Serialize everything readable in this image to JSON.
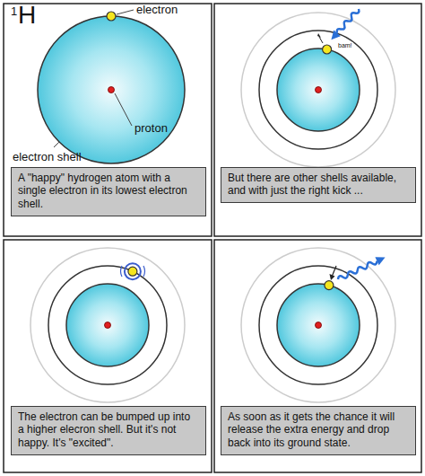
{
  "diagram": {
    "nodes": [
      {
        "text": [
          "A \"happy\" hydrogen atom with a single electron in its lowest electron shell."
        ]
      },
      {
        "text": [
          "But there are other shells available, and with just the right kick ..."
        ]
      },
      {
        "text": [
          "The electron can be bumped up into a higher elecron shell. But it's not happy. It's \"excited\"."
        ]
      },
      {
        "text": [
          "As soon as it gets the chance it will release the extra energy and drop back into its ground state."
        ]
      }
    ],
    "labels": [
      "1",
      "H",
      "electron",
      "proton",
      "electron shell",
      "bam!"
    ]
  }
}
